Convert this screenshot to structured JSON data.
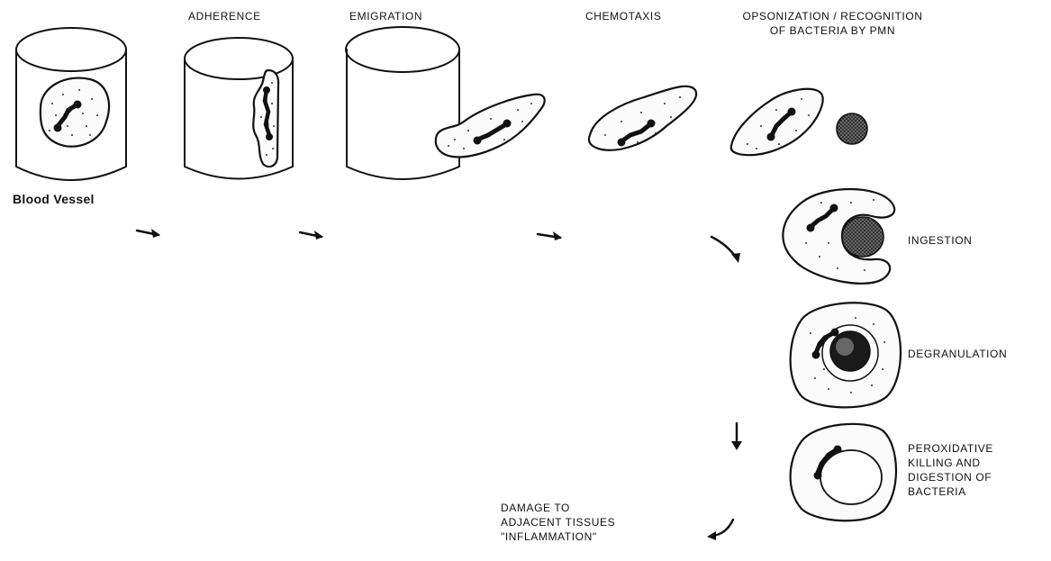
{
  "labels": {
    "adherence": "ADHERENCE",
    "emigration": "EMIGRATION",
    "chemotaxis": "CHEMOTAXIS",
    "opsonization_line1": "OPSONIZATION / RECOGNITION",
    "opsonization_line2": "OF BACTERIA BY PMN",
    "blood_vessel": "Blood Vessel",
    "ingestion": "INGESTION",
    "degranulation": "DEGRANULATION",
    "peroxidative_line1": "PEROXIDATIVE",
    "peroxidative_line2": "KILLING AND",
    "peroxidative_line3": "DIGESTION OF",
    "peroxidative_line4": "BACTERIA",
    "damage_line1": "DAMAGE TO",
    "damage_line2": "ADJACENT TISSUES",
    "damage_line3": "\"INFLAMMATION\""
  },
  "colors": {
    "ink": "#111111",
    "background": "#ffffff",
    "bacterium": "#555555"
  }
}
